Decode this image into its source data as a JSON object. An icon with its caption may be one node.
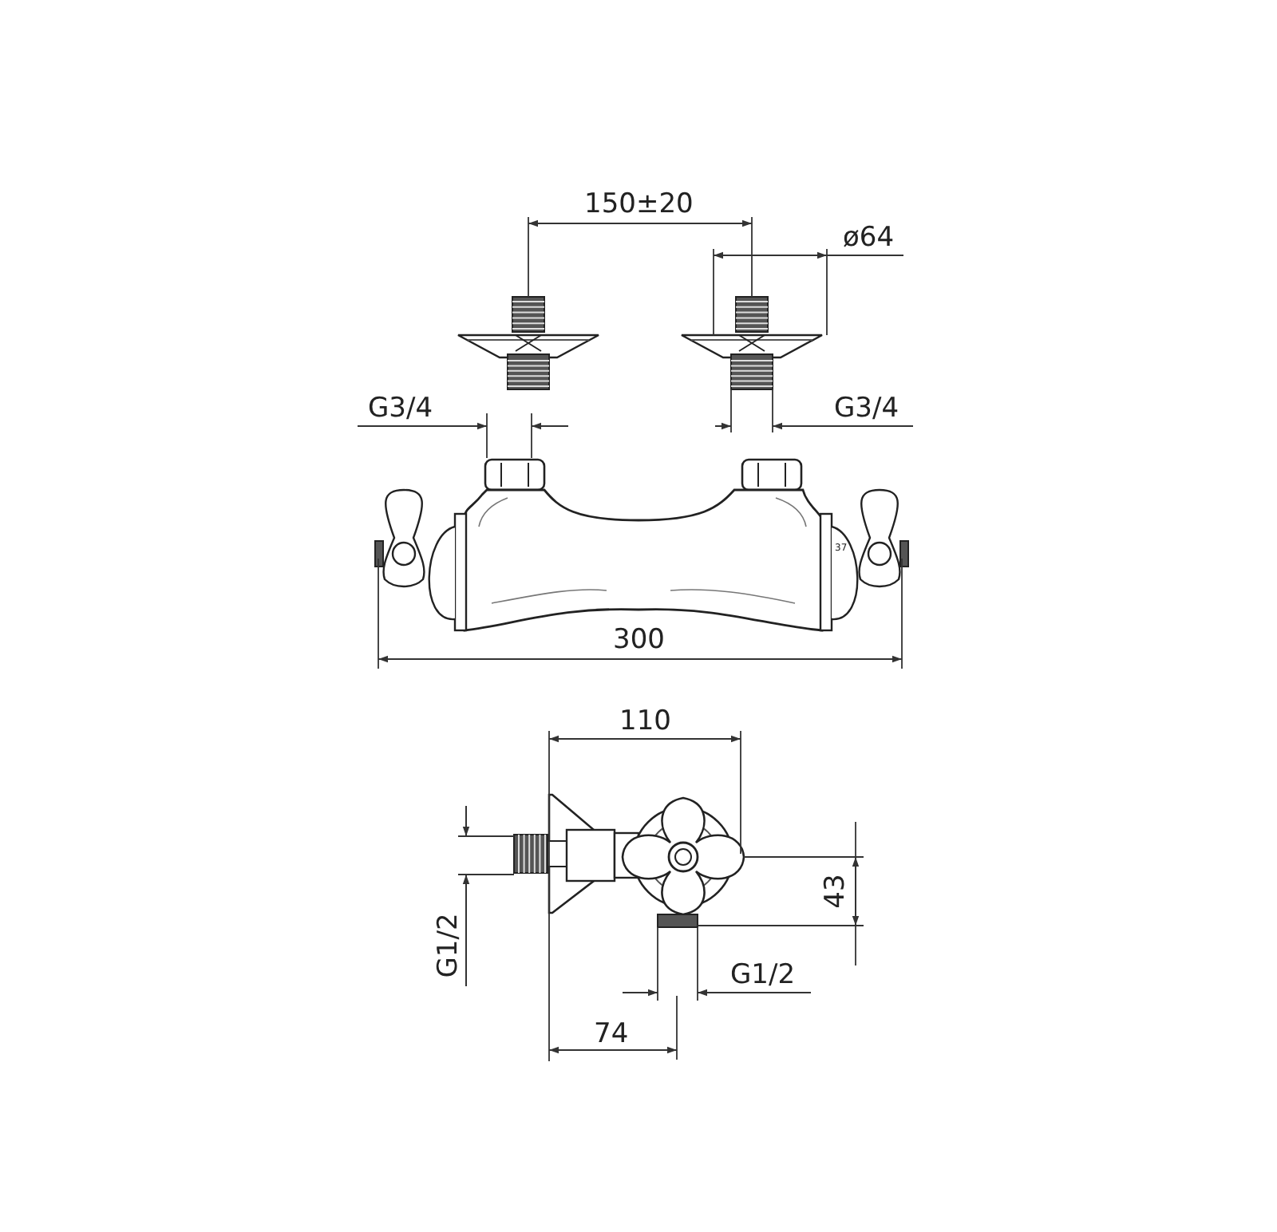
{
  "diagram": {
    "labels": [
      "150±20",
      "ø64",
      "G3/4",
      "G3/4",
      "300",
      "37",
      "110",
      "G1/2",
      "43",
      "G1/2",
      "74"
    ]
  }
}
